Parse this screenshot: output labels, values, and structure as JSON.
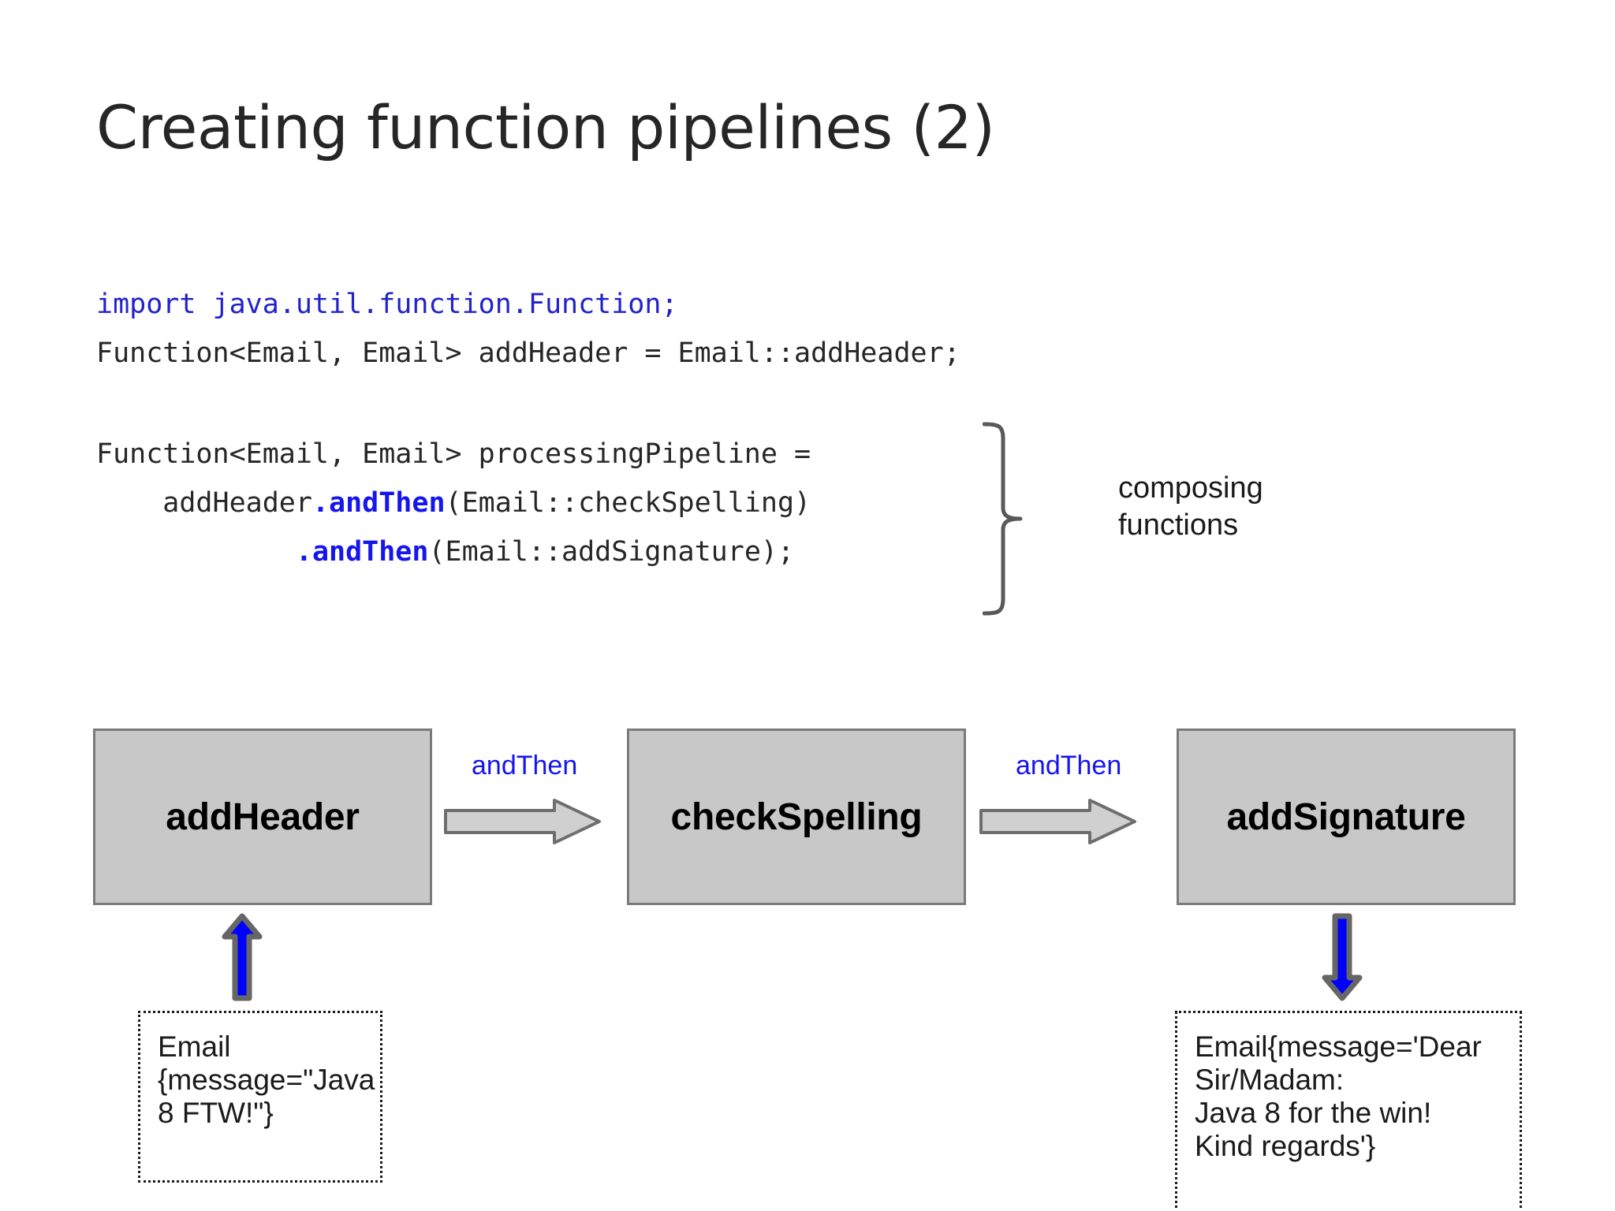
{
  "slide": {
    "title": "Creating function pipelines (2)"
  },
  "code": {
    "line_import_keyword": "import",
    "line_import_rest": " java.util.function.Function;",
    "line_declaration": "Function<Email, Email> addHeader = Email::addHeader;",
    "line_pipeline_decl": "Function<Email, Email> processingPipeline =",
    "line_pipeline_2_pre": "    addHeader",
    "line_pipeline_2_call": ".andThen",
    "line_pipeline_2_post": "(Email::checkSpelling)",
    "line_pipeline_3_pre": "            ",
    "line_pipeline_3_call": ".andThen",
    "line_pipeline_3_post": "(Email::addSignature);"
  },
  "annotation": {
    "brace_label": "composing\nfunctions"
  },
  "pipeline": {
    "boxes": [
      {
        "label": "addHeader"
      },
      {
        "label": "checkSpelling"
      },
      {
        "label": "addSignature"
      }
    ],
    "connectors": [
      {
        "label": "andThen"
      },
      {
        "label": "andThen"
      }
    ]
  },
  "data_boxes": {
    "input": "Email\n{message=\"Java\n8 FTW!\"}",
    "output": "Email{message='Dear\nSir/Madam:\nJava 8 for the win!\nKind regards'}"
  },
  "colors": {
    "title_text": "#262626",
    "code_text": "#262626",
    "code_import": "#2222cc",
    "code_keyword_blue": "#1515ee",
    "box_fill": "#c8c8c8",
    "box_border": "#7a7a7a",
    "arrow_fill": "#d0d0d0",
    "arrow_border": "#6e6e6e",
    "vertical_arrow_fill": "#0000ff",
    "vertical_arrow_border": "#666666",
    "brace": "#595959",
    "dotted_border": "#1a1a1a",
    "background": "#ffffff"
  },
  "icons": {
    "brace": "right-curly-brace-icon",
    "block_arrow": "block-arrow-right-icon",
    "up_arrow": "arrow-up-icon",
    "down_arrow": "arrow-down-icon"
  }
}
